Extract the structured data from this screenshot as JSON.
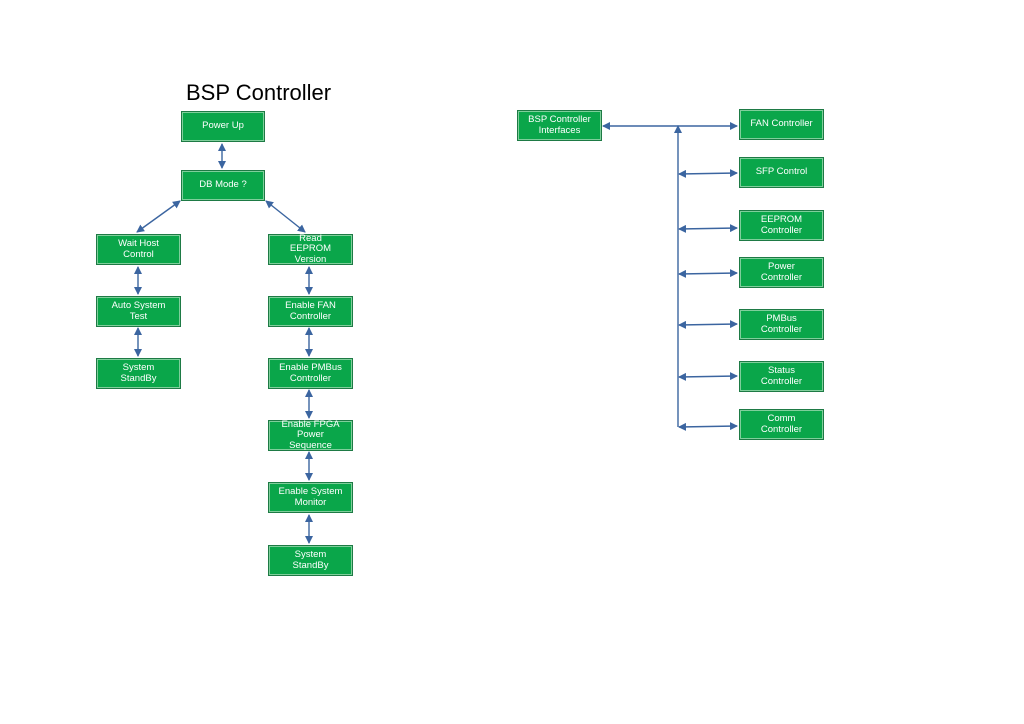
{
  "title": "BSP Controller",
  "colors": {
    "box_fill": "#0aa64a",
    "box_border": "#1e7a45",
    "arrow": "#3b65a0",
    "text": "#ffffff"
  },
  "flow": {
    "power_up": "Power Up",
    "db_mode": "DB Mode ?",
    "wait_host": "Wait Host\nControl",
    "auto_test": "Auto System\nTest",
    "standby_left": "System\nStandBy",
    "read_eeprom": "Read\nEEPROM\nVersion",
    "enable_fan": "Enable FAN\nController",
    "enable_pmbus": "Enable PMBus\nController",
    "enable_fpga": "Enable FPGA\nPower\nSequence",
    "enable_monitor": "Enable System\nMonitor",
    "standby_right": "System\nStandBy"
  },
  "interfaces": {
    "root": "BSP Controller\nInterfaces",
    "fan": "FAN Controller",
    "sfp": "SFP Control",
    "eeprom": "EEPROM\nController",
    "power": "Power\nController",
    "pmbus": "PMBus\nController",
    "status": "Status\nController",
    "comm": "Comm\nController"
  }
}
